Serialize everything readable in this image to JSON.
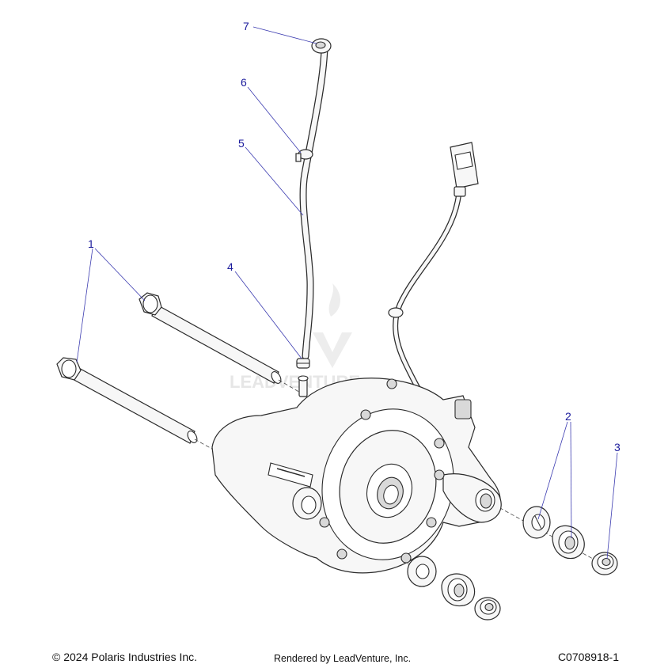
{
  "callouts": [
    {
      "id": "1",
      "label": "1"
    },
    {
      "id": "2",
      "label": "2"
    },
    {
      "id": "3",
      "label": "3"
    },
    {
      "id": "4",
      "label": "4"
    },
    {
      "id": "5",
      "label": "5"
    },
    {
      "id": "6",
      "label": "6"
    },
    {
      "id": "7",
      "label": "7"
    }
  ],
  "watermark": {
    "text": "LEADVENTURE"
  },
  "footer": {
    "copyright": "© 2024 Polaris Industries Inc.",
    "rendered_by": "Rendered by LeadVenture, Inc.",
    "drawing_id": "C0708918-1"
  }
}
